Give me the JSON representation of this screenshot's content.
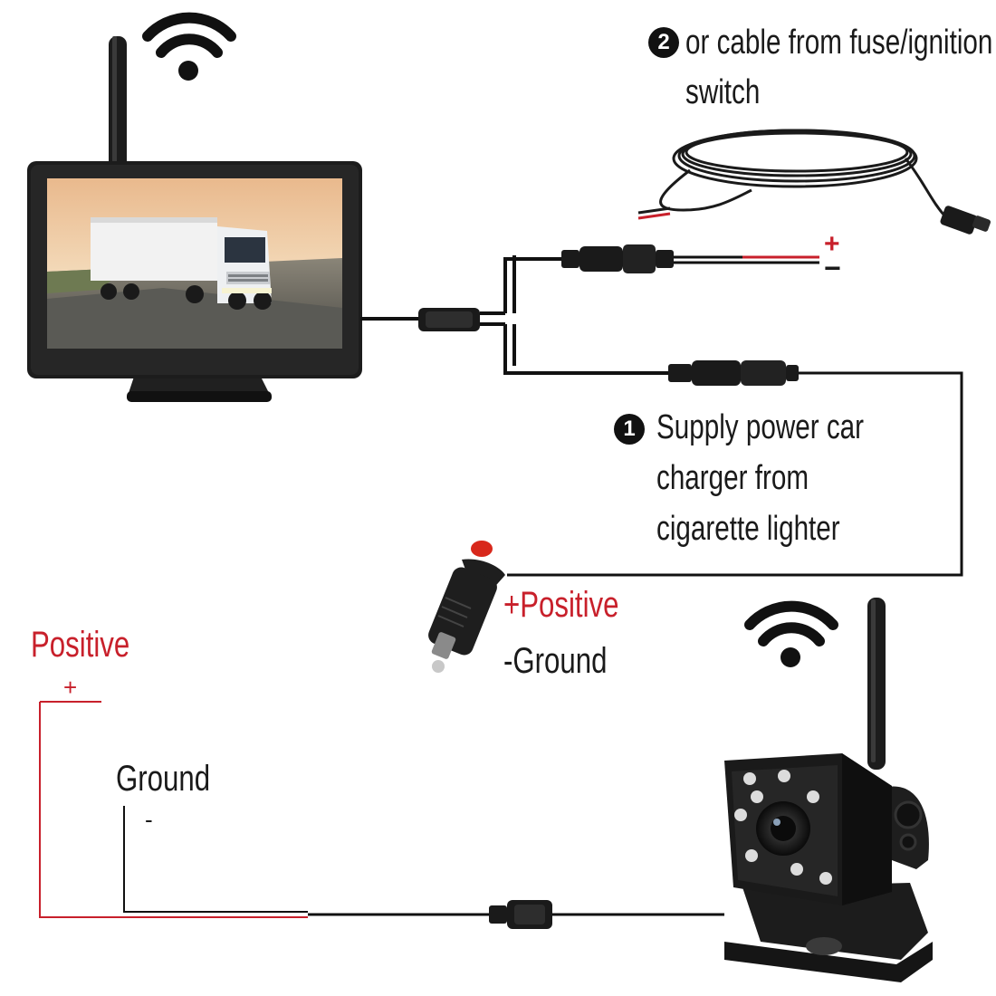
{
  "labels": {
    "option2_number": "2",
    "option2_line1": "or cable from fuse/ignition",
    "option2_line2": "switch",
    "option1_number": "1",
    "option1_line1": "Supply power car",
    "option1_line2": "charger from",
    "option1_line3": "cigarette lighter",
    "plus_positive": "+Positive",
    "minus_ground_lighter": "-Ground",
    "left_positive": "Positive",
    "left_plus": "+",
    "left_ground": "Ground",
    "left_minus": "-",
    "wire_plus": "+",
    "wire_minus": "−"
  },
  "colors": {
    "positive_red": "#c8202b",
    "wire_black": "#111111",
    "device_body": "#1c1c1c"
  },
  "icons": [
    "wifi-icon-monitor",
    "wifi-icon-camera",
    "cigarette-lighter-plug-icon"
  ]
}
